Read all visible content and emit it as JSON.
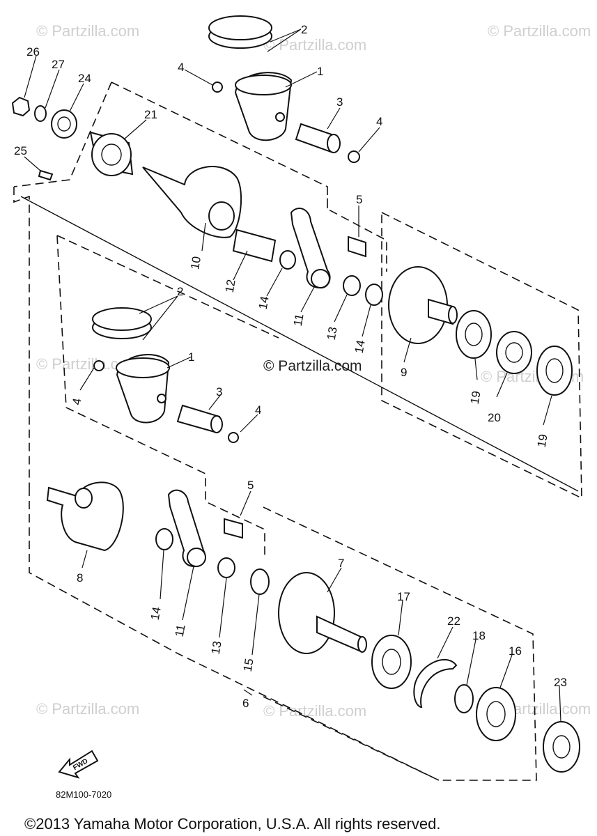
{
  "watermarks": {
    "text": "© Partzilla.com",
    "center_text": "© Partzilla.com"
  },
  "callouts": [
    {
      "id": "c2a",
      "label": "2"
    },
    {
      "id": "c1a",
      "label": "1"
    },
    {
      "id": "c3a",
      "label": "3"
    },
    {
      "id": "c4a",
      "label": "4"
    },
    {
      "id": "c4b",
      "label": "4"
    },
    {
      "id": "c26",
      "label": "26"
    },
    {
      "id": "c27",
      "label": "27"
    },
    {
      "id": "c24",
      "label": "24"
    },
    {
      "id": "c21",
      "label": "21"
    },
    {
      "id": "c25",
      "label": "25"
    },
    {
      "id": "c5a",
      "label": "5"
    },
    {
      "id": "c10",
      "label": "10"
    },
    {
      "id": "c12",
      "label": "12"
    },
    {
      "id": "c14a",
      "label": "14"
    },
    {
      "id": "c11a",
      "label": "11"
    },
    {
      "id": "c13a",
      "label": "13"
    },
    {
      "id": "c14b",
      "label": "14"
    },
    {
      "id": "c9",
      "label": "9"
    },
    {
      "id": "c19a",
      "label": "19"
    },
    {
      "id": "c20",
      "label": "20"
    },
    {
      "id": "c19b",
      "label": "19"
    },
    {
      "id": "c2b",
      "label": "2"
    },
    {
      "id": "c1b",
      "label": "1"
    },
    {
      "id": "c3b",
      "label": "3"
    },
    {
      "id": "c4c",
      "label": "4"
    },
    {
      "id": "c4d",
      "label": "4"
    },
    {
      "id": "c5b",
      "label": "5"
    },
    {
      "id": "c8",
      "label": "8"
    },
    {
      "id": "c14c",
      "label": "14"
    },
    {
      "id": "c11b",
      "label": "11"
    },
    {
      "id": "c13b",
      "label": "13"
    },
    {
      "id": "c15",
      "label": "15"
    },
    {
      "id": "c7",
      "label": "7"
    },
    {
      "id": "c17",
      "label": "17"
    },
    {
      "id": "c22",
      "label": "22"
    },
    {
      "id": "c18",
      "label": "18"
    },
    {
      "id": "c16",
      "label": "16"
    },
    {
      "id": "c23",
      "label": "23"
    },
    {
      "id": "c6",
      "label": "6"
    }
  ],
  "fwd_label": "FWD",
  "diagram_code": "82M100-7020",
  "copyright": "©2013  Yamaha Motor Corporation, U.S.A. All rights reserved."
}
